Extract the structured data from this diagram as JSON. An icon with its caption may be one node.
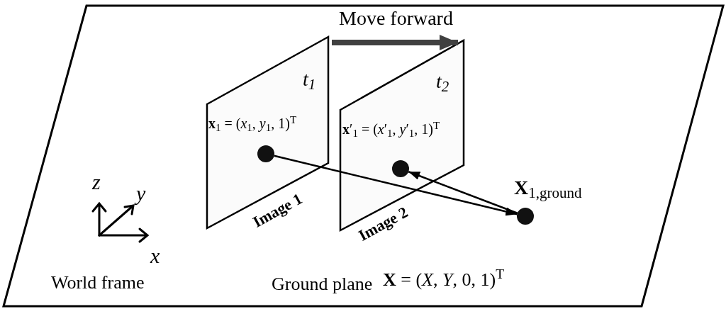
{
  "diagram": {
    "nodes": [
      {
        "text": [
          "Ground plane",
          "**X** = (*X*, *Y*, 0, 1)$^{T}$"
        ]
      },
      {
        "text": [
          "*t*$_{1}$",
          "**x**$_{1}$ = (*x*$_{1}$, *y*$_{1}$, 1)$^{T}$",
          "Image 1"
        ],
        "in": 0
      },
      {
        "text": [],
        "shape": "circle",
        "in": 1
      },
      {
        "text": [
          "*t*$_{2}$",
          "**x**′$_{1}$ = (*x*′$_{1}$, *y*′$_{1}$, 1)$^{T}$",
          "Image 2"
        ],
        "in": 0
      },
      {
        "text": [],
        "shape": "circle",
        "in": 3
      },
      {
        "text": [],
        "shape": "circle",
        "in": 0,
        "beside": [
          "**X**$_{1,ground}$"
        ]
      }
    ],
    "edges": [
      {
        "from": 1,
        "to": 3,
        "arrow": "to",
        "label": "Move forward",
        "style": "thick",
        "color": "#404040"
      },
      {
        "from": 2,
        "to": 5,
        "arrow": "to"
      },
      {
        "from": 5,
        "to": 4,
        "arrow": "to"
      }
    ],
    "labels": [
      "z",
      "y",
      "x",
      "World frame"
    ]
  }
}
